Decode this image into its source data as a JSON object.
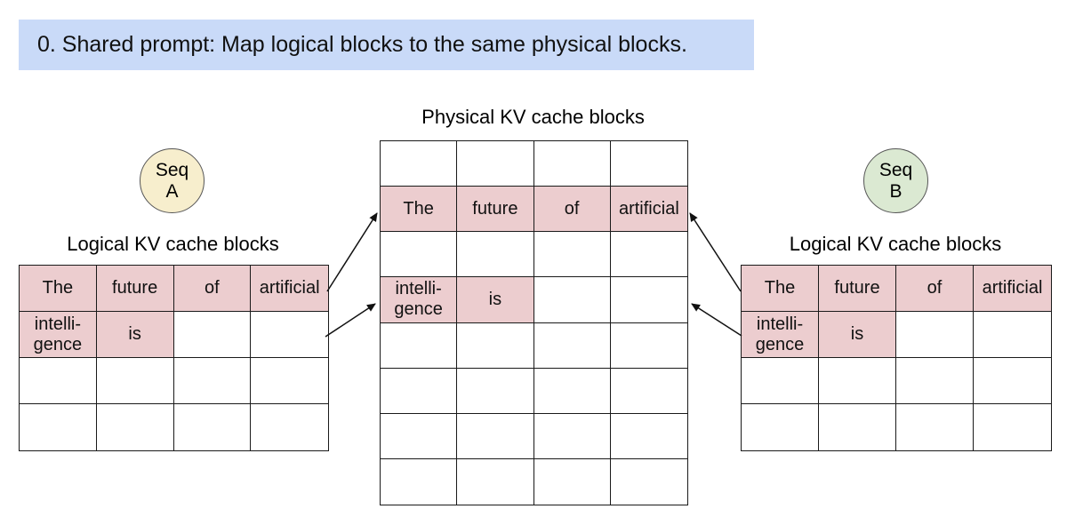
{
  "banner": {
    "text": "0. Shared prompt: Map logical blocks to the same physical blocks."
  },
  "colors": {
    "banner_bg": "#c9daf8",
    "cell_highlight": "#eccdcf",
    "seq_a_bg": "#f7eecd",
    "seq_b_bg": "#dbe9d2",
    "table_border": "#1a1a1a",
    "arrow": "#111111"
  },
  "physical": {
    "title": "Physical KV cache blocks",
    "rows": [
      {
        "cells": [
          {
            "text": "",
            "highlighted": false
          },
          {
            "text": "",
            "highlighted": false
          },
          {
            "text": "",
            "highlighted": false
          },
          {
            "text": "",
            "highlighted": false
          }
        ]
      },
      {
        "cells": [
          {
            "text": "The",
            "highlighted": true
          },
          {
            "text": "future",
            "highlighted": true
          },
          {
            "text": "of",
            "highlighted": true
          },
          {
            "text": "artificial",
            "highlighted": true
          }
        ]
      },
      {
        "cells": [
          {
            "text": "",
            "highlighted": false
          },
          {
            "text": "",
            "highlighted": false
          },
          {
            "text": "",
            "highlighted": false
          },
          {
            "text": "",
            "highlighted": false
          }
        ]
      },
      {
        "cells": [
          {
            "text": "intelli-\ngence",
            "highlighted": true
          },
          {
            "text": "is",
            "highlighted": true
          },
          {
            "text": "",
            "highlighted": false
          },
          {
            "text": "",
            "highlighted": false
          }
        ]
      },
      {
        "cells": [
          {
            "text": "",
            "highlighted": false
          },
          {
            "text": "",
            "highlighted": false
          },
          {
            "text": "",
            "highlighted": false
          },
          {
            "text": "",
            "highlighted": false
          }
        ]
      },
      {
        "cells": [
          {
            "text": "",
            "highlighted": false
          },
          {
            "text": "",
            "highlighted": false
          },
          {
            "text": "",
            "highlighted": false
          },
          {
            "text": "",
            "highlighted": false
          }
        ]
      },
      {
        "cells": [
          {
            "text": "",
            "highlighted": false
          },
          {
            "text": "",
            "highlighted": false
          },
          {
            "text": "",
            "highlighted": false
          },
          {
            "text": "",
            "highlighted": false
          }
        ]
      },
      {
        "cells": [
          {
            "text": "",
            "highlighted": false
          },
          {
            "text": "",
            "highlighted": false
          },
          {
            "text": "",
            "highlighted": false
          },
          {
            "text": "",
            "highlighted": false
          }
        ]
      }
    ]
  },
  "seq_a": {
    "badge": "Seq\nA",
    "table_title": "Logical KV cache blocks",
    "rows": [
      {
        "cells": [
          {
            "text": "The",
            "highlighted": true
          },
          {
            "text": "future",
            "highlighted": true
          },
          {
            "text": "of",
            "highlighted": true
          },
          {
            "text": "artificial",
            "highlighted": true
          }
        ]
      },
      {
        "cells": [
          {
            "text": "intelli-\ngence",
            "highlighted": true
          },
          {
            "text": "is",
            "highlighted": true
          },
          {
            "text": "",
            "highlighted": false
          },
          {
            "text": "",
            "highlighted": false
          }
        ]
      },
      {
        "cells": [
          {
            "text": "",
            "highlighted": false
          },
          {
            "text": "",
            "highlighted": false
          },
          {
            "text": "",
            "highlighted": false
          },
          {
            "text": "",
            "highlighted": false
          }
        ]
      },
      {
        "cells": [
          {
            "text": "",
            "highlighted": false
          },
          {
            "text": "",
            "highlighted": false
          },
          {
            "text": "",
            "highlighted": false
          },
          {
            "text": "",
            "highlighted": false
          }
        ]
      }
    ]
  },
  "seq_b": {
    "badge": "Seq\nB",
    "table_title": "Logical KV cache blocks",
    "rows": [
      {
        "cells": [
          {
            "text": "The",
            "highlighted": true
          },
          {
            "text": "future",
            "highlighted": true
          },
          {
            "text": "of",
            "highlighted": true
          },
          {
            "text": "artificial",
            "highlighted": true
          }
        ]
      },
      {
        "cells": [
          {
            "text": "intelli-\ngence",
            "highlighted": true
          },
          {
            "text": "is",
            "highlighted": true
          },
          {
            "text": "",
            "highlighted": false
          },
          {
            "text": "",
            "highlighted": false
          }
        ]
      },
      {
        "cells": [
          {
            "text": "",
            "highlighted": false
          },
          {
            "text": "",
            "highlighted": false
          },
          {
            "text": "",
            "highlighted": false
          },
          {
            "text": "",
            "highlighted": false
          }
        ]
      },
      {
        "cells": [
          {
            "text": "",
            "highlighted": false
          },
          {
            "text": "",
            "highlighted": false
          },
          {
            "text": "",
            "highlighted": false
          },
          {
            "text": "",
            "highlighted": false
          }
        ]
      }
    ]
  }
}
